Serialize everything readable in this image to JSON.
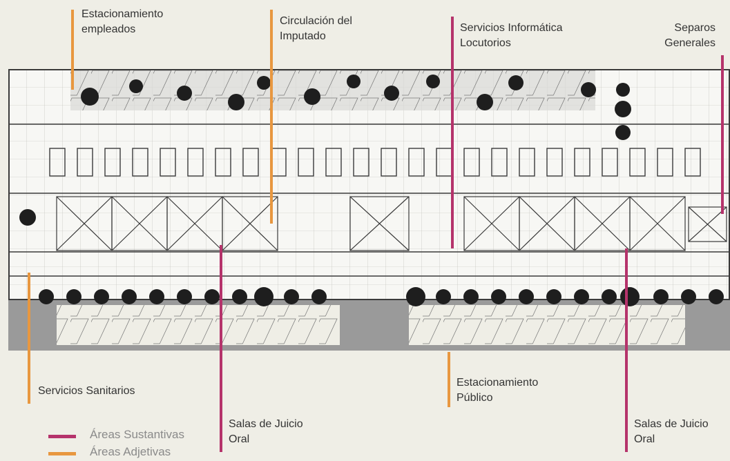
{
  "labels": {
    "estacionamiento_empleados": "Estacionamiento\nempleados",
    "circulacion_imputado": "Circulación del\nImputado",
    "servicios_informatica": "Servicios Informática\nLocutorios",
    "separos_generales": "Separos\nGenerales",
    "servicios_sanitarios": "Servicios Sanitarios",
    "estacionamiento_publico": "Estacionamiento\nPúblico",
    "salas_juicio_left": "Salas de Juicio\nOral",
    "salas_juicio_right": "Salas de Juicio\nOral"
  },
  "legend": {
    "sustantivas": "Áreas Sustantivas",
    "adjetivas": "Áreas Adjetivas"
  },
  "colors": {
    "sustantivas": "#b5336b",
    "adjetivas": "#e8973f",
    "plan_line": "#3a3a3a",
    "plan_bg": "#f7f7f4",
    "road": "#9a9a9a"
  }
}
